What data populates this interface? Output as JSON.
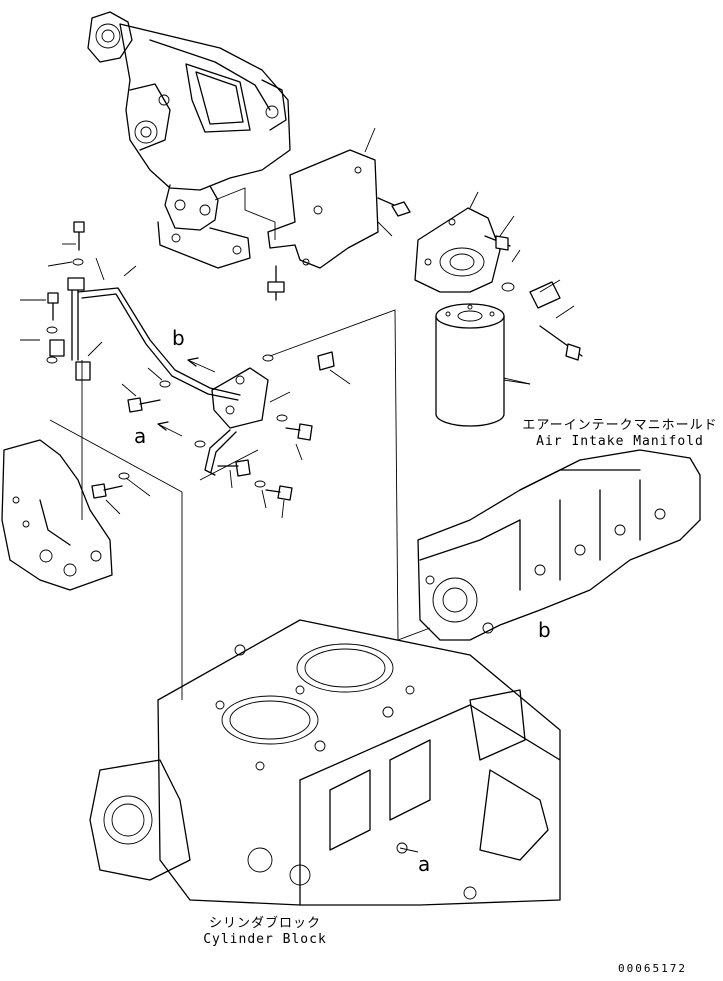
{
  "labels": {
    "air_intake_jp": "エアーインテークマニホールド",
    "air_intake_en": "Air Intake Manifold",
    "cylinder_block_jp": "シリンダブロック",
    "cylinder_block_en": "Cylinder Block",
    "marker_a": "a",
    "marker_b": "b",
    "drawing_number": "00065172"
  }
}
